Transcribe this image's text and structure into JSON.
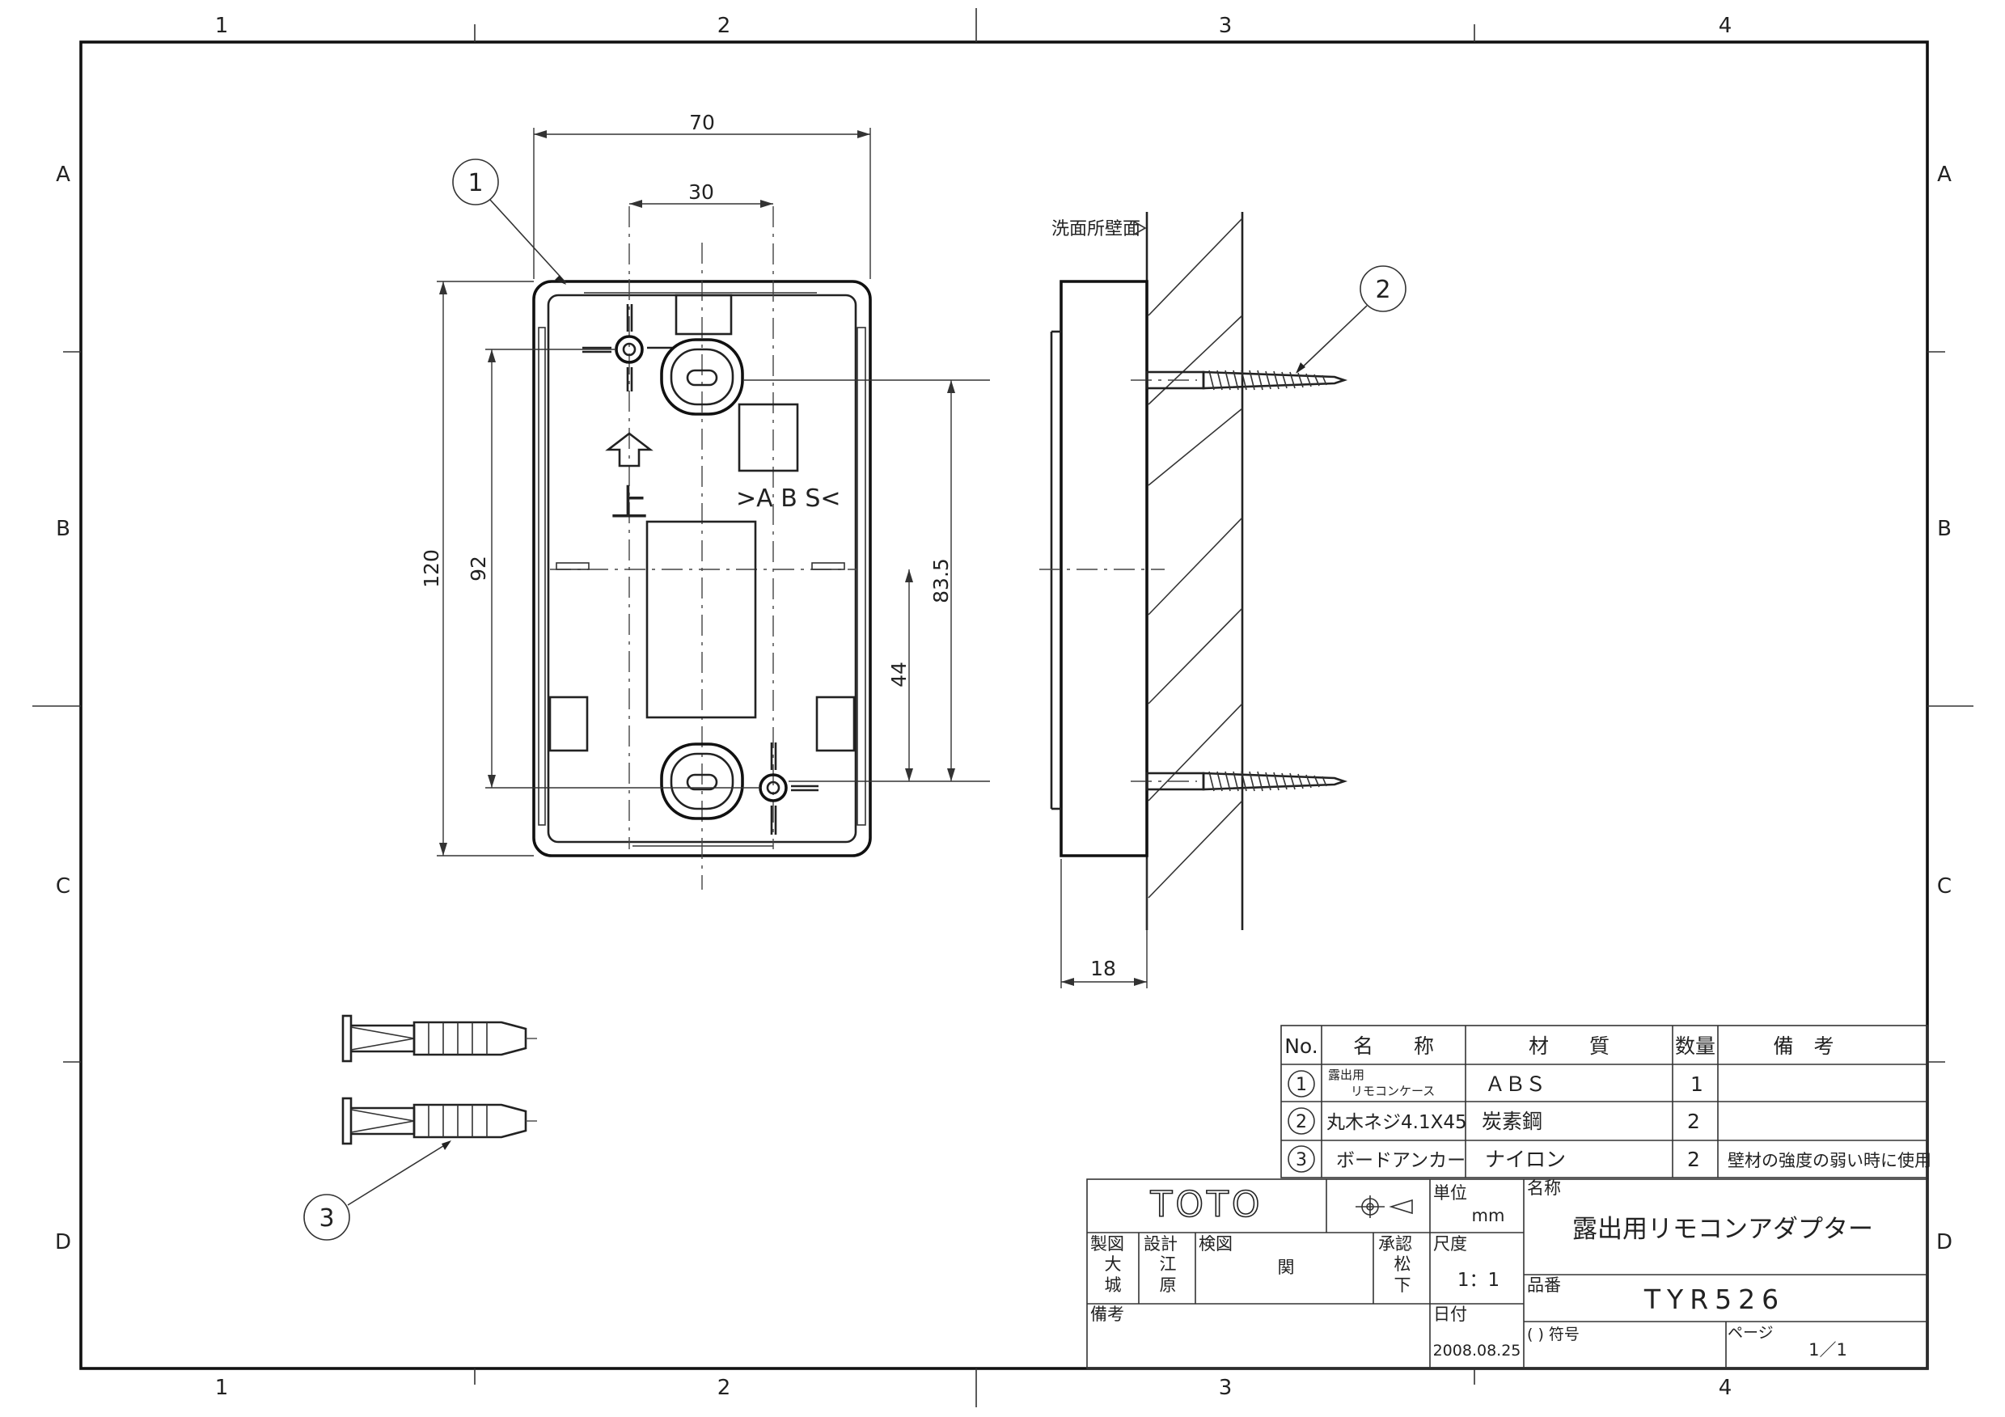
{
  "grid": {
    "columns": [
      "1",
      "2",
      "3",
      "4"
    ],
    "rows": [
      "A",
      "B",
      "C",
      "D"
    ]
  },
  "dimensions": {
    "width_outer": "70",
    "hole_spacing": "30",
    "height_outer": "120",
    "height_inner": "92",
    "screw_spacing": "83.5",
    "center_to_screw": "44",
    "depth": "18"
  },
  "labels": {
    "wall_surface": "洗面所壁面",
    "up_mark": "上",
    "material_mark": ">A B S<"
  },
  "balloons": [
    "1",
    "2",
    "3"
  ],
  "parts_table": {
    "headers": {
      "no": "No.",
      "name": "名　　称",
      "material": "材　　質",
      "qty": "数量",
      "remarks": "備　考"
    },
    "rows": [
      {
        "no": "1",
        "name_line1": "露出用",
        "name_line2": "リモコンケース",
        "material": "ＡＢＳ",
        "qty": "1",
        "remarks": ""
      },
      {
        "no": "2",
        "name": "丸木ネジ4.1X45",
        "material": "炭素鋼",
        "qty": "2",
        "remarks": ""
      },
      {
        "no": "3",
        "name": "ボードアンカー",
        "material": "ナイロン",
        "qty": "2",
        "remarks": "壁材の強度の弱い時に使用"
      }
    ]
  },
  "title_block": {
    "brand": "TOTO",
    "unit_label": "単位",
    "unit_value": "mm",
    "name_label": "名称",
    "product_name": "露出用リモコンアダプター",
    "drawn_label": "製図",
    "drawn_by_1": "大",
    "drawn_by_2": "城",
    "design_label": "設計",
    "design_by_1": "江",
    "design_by_2": "原",
    "check_label": "検図",
    "check_by": "関",
    "approve_label": "承認",
    "approve_by_1": "松",
    "approve_by_2": "下",
    "scale_label": "尺度",
    "scale_value": "1：1",
    "part_no_label": "品番",
    "part_no": "TYR526",
    "remarks_label": "備考",
    "date_label": "日付",
    "date_value": "2008.08.25",
    "symbol_label": "( ) 符号",
    "page_label": "ページ",
    "page_value": "1／1"
  },
  "colors": {
    "line": "#222222",
    "background": "#ffffff"
  }
}
